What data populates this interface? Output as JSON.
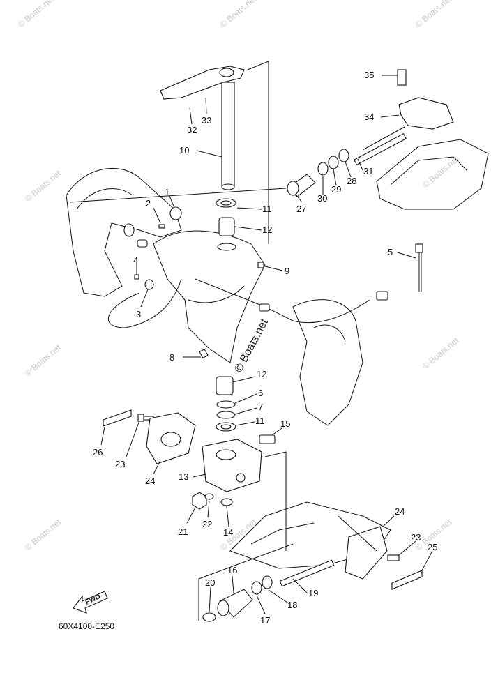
{
  "watermark": "© Boats.net",
  "diagram_code": "60X4100-E250",
  "fwd_label": "FWD",
  "callouts": [
    "35",
    "34",
    "32",
    "33",
    "10",
    "31",
    "28",
    "29",
    "30",
    "27",
    "1",
    "2",
    "11",
    "12",
    "5",
    "4",
    "9",
    "3",
    "8",
    "12",
    "6",
    "7",
    "11",
    "15",
    "26",
    "23",
    "24",
    "13",
    "21",
    "22",
    "14",
    "24",
    "23",
    "25",
    "20",
    "16",
    "19",
    "18",
    "17"
  ]
}
